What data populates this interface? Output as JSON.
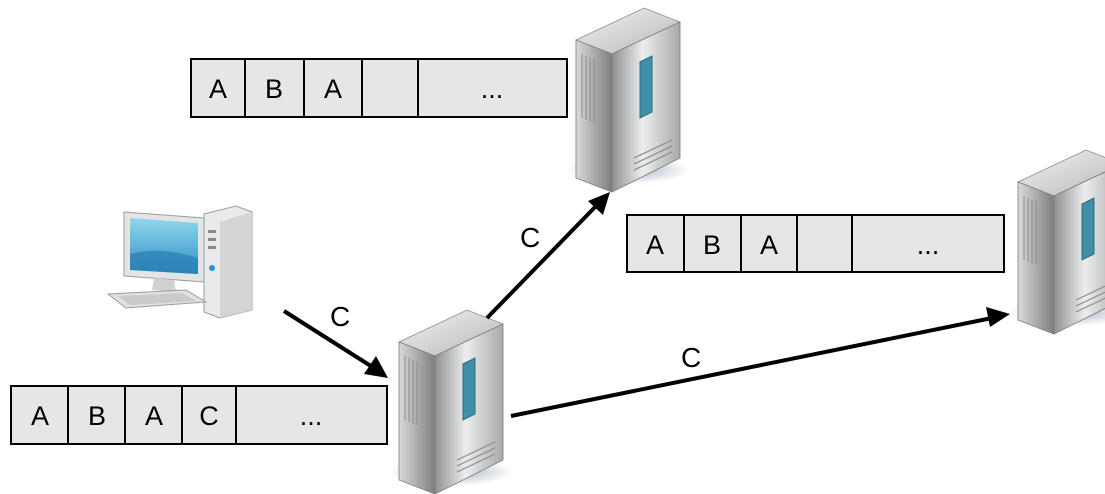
{
  "colors": {
    "cell_fill": "#e6e6e6",
    "cell_stroke": "#000000",
    "arrow": "#000000",
    "server_body": "#b9bbbd",
    "server_light": "#eceded",
    "server_led": "#3f8fa6",
    "monitor_screen": "#4fb3d6"
  },
  "icons": {
    "client": "desktop-computer-icon",
    "server": "server-tower-icon"
  },
  "log_top": {
    "cells": [
      "A",
      "B",
      "A",
      "",
      "..."
    ]
  },
  "log_right": {
    "cells": [
      "A",
      "B",
      "A",
      "",
      "..."
    ]
  },
  "log_bottom": {
    "cells": [
      "A",
      "B",
      "A",
      "C",
      "..."
    ]
  },
  "arrows": {
    "client_to_leader": "C",
    "leader_to_top": "C",
    "leader_to_right": "C"
  }
}
